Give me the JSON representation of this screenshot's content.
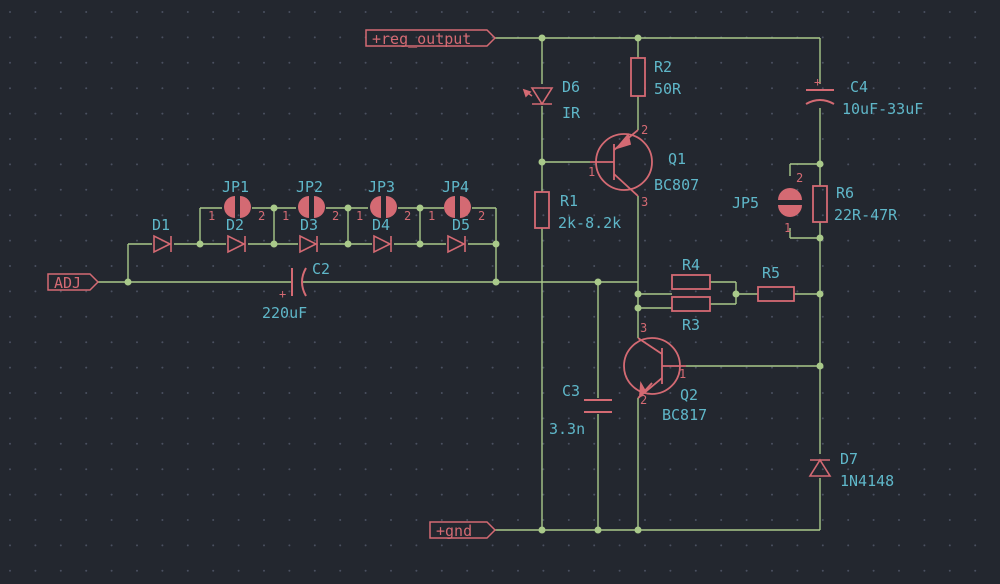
{
  "colors": {
    "background": "#23272f",
    "grid_dot": "#4a5060",
    "wire": "#a9c98a",
    "symbol": "#d46a73",
    "text": "#5fb7c9"
  },
  "ports": {
    "reg_output": "+reg_output",
    "adj": "ADJ",
    "gnd": "+gnd"
  },
  "components": {
    "D1": {
      "ref": "D1"
    },
    "D2": {
      "ref": "D2"
    },
    "D3": {
      "ref": "D3"
    },
    "D4": {
      "ref": "D4"
    },
    "D5": {
      "ref": "D5"
    },
    "D6": {
      "ref": "D6",
      "value": "IR"
    },
    "D7": {
      "ref": "D7",
      "value": "1N4148"
    },
    "JP1": {
      "ref": "JP1"
    },
    "JP2": {
      "ref": "JP2"
    },
    "JP3": {
      "ref": "JP3"
    },
    "JP4": {
      "ref": "JP4"
    },
    "JP5": {
      "ref": "JP5"
    },
    "R1": {
      "ref": "R1",
      "value": "2k-8.2k"
    },
    "R2": {
      "ref": "R2",
      "value": "50R"
    },
    "R3": {
      "ref": "R3"
    },
    "R4": {
      "ref": "R4"
    },
    "R5": {
      "ref": "R5"
    },
    "R6": {
      "ref": "R6",
      "value": "22R-47R"
    },
    "C2": {
      "ref": "C2",
      "value": "220uF"
    },
    "C3": {
      "ref": "C3",
      "value": "3.3n"
    },
    "C4": {
      "ref": "C4",
      "value": "10uF-33uF"
    },
    "Q1": {
      "ref": "Q1",
      "value": "BC807"
    },
    "Q2": {
      "ref": "Q2",
      "value": "BC817"
    }
  },
  "pins": {
    "one": "1",
    "two": "2",
    "three": "3",
    "plus": "+"
  }
}
